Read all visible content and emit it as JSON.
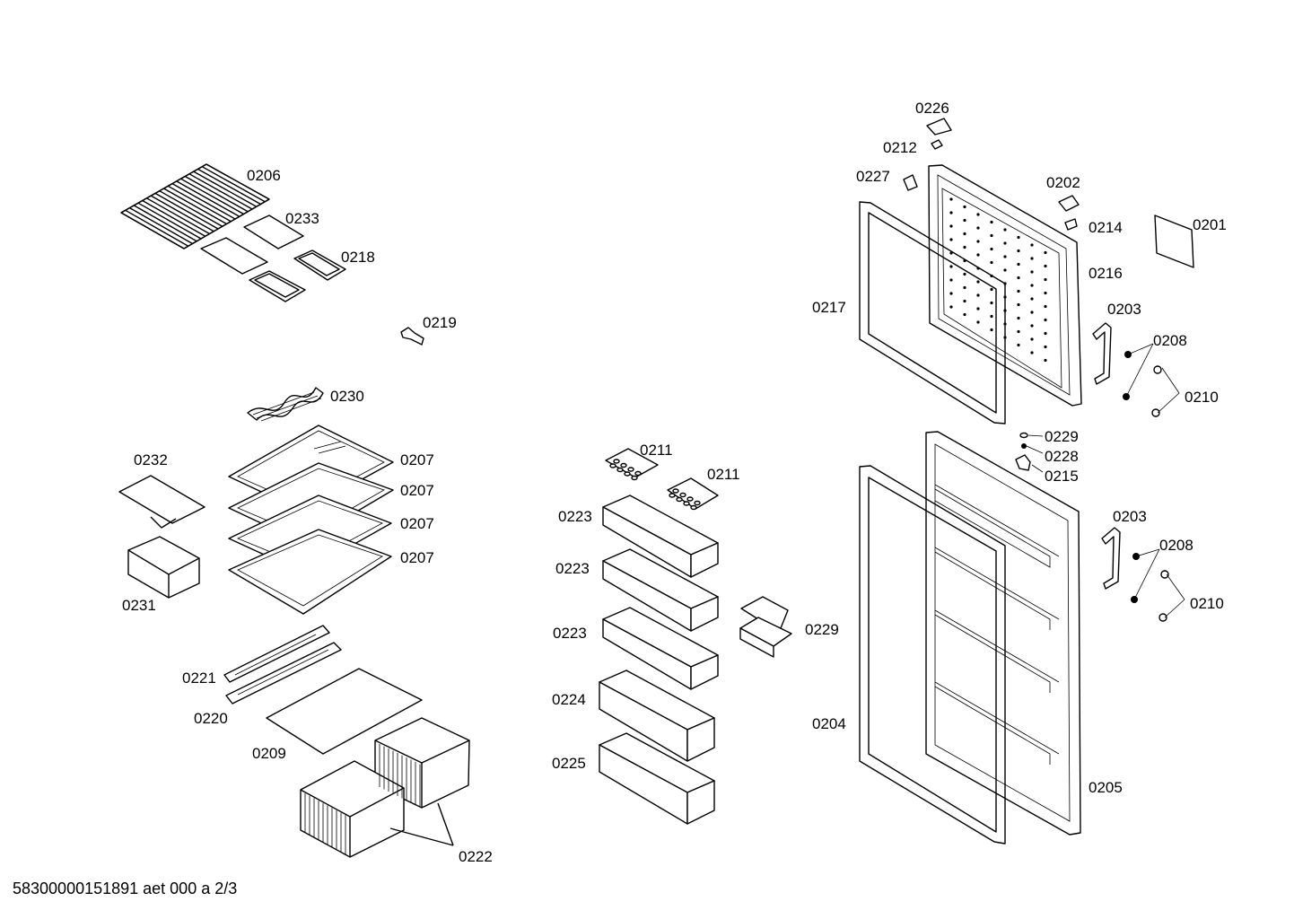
{
  "labels": {
    "l0206": "0206",
    "l0233": "0233",
    "l0218": "0218",
    "l0219": "0219",
    "l0230": "0230",
    "l0232": "0232",
    "l0207a": "0207",
    "l0207b": "0207",
    "l0207c": "0207",
    "l0207d": "0207",
    "l0231": "0231",
    "l0221": "0221",
    "l0220": "0220",
    "l0209": "0209",
    "l0222": "0222",
    "l0211a": "0211",
    "l0211b": "0211",
    "l0223a": "0223",
    "l0223b": "0223",
    "l0223c": "0223",
    "l0224": "0224",
    "l0225": "0225",
    "l0229b": "0229",
    "l0226": "0226",
    "l0212": "0212",
    "l0227": "0227",
    "l0202": "0202",
    "l0214": "0214",
    "l0201": "0201",
    "l0216": "0216",
    "l0217": "0217",
    "l0203a": "0203",
    "l0208a": "0208",
    "l0210a": "0210",
    "l0229a": "0229",
    "l0228": "0228",
    "l0215": "0215",
    "l0203b": "0203",
    "l0208b": "0208",
    "l0210b": "0210",
    "l0204": "0204",
    "l0205": "0205"
  },
  "footer": "58300000151891 aet 000 a 2/3"
}
